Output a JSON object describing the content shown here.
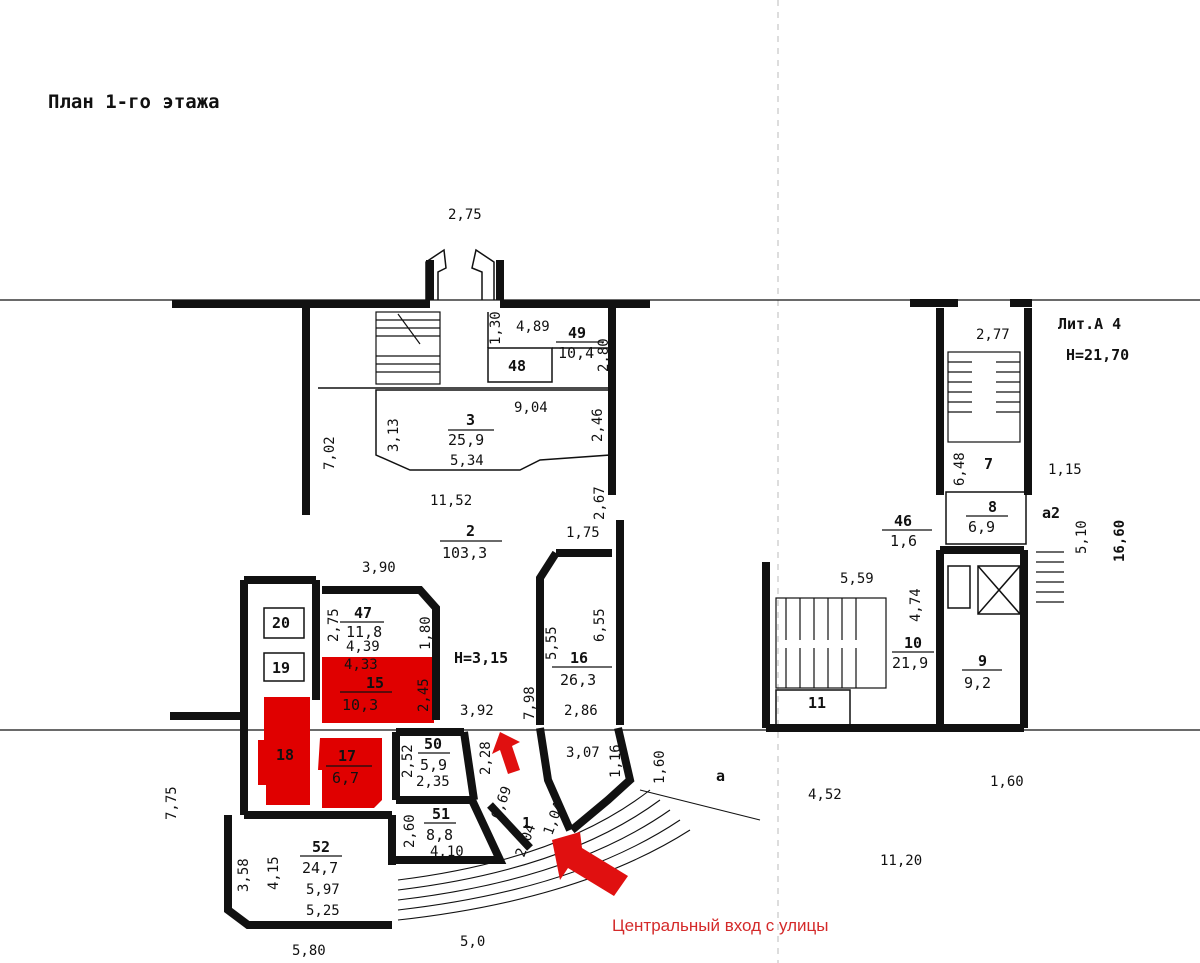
{
  "title": "План 1-го этажа",
  "info": {
    "lit": "Лит.А 4",
    "height": "Н=21,70",
    "inner_height": "Н=3,15"
  },
  "note": "Центральный вход с улицы",
  "colors": {
    "highlight": "#e00000",
    "arrow": "#e01010",
    "note": "#d42a2a"
  },
  "rooms": {
    "r1": {
      "num": "1",
      "area": ""
    },
    "r2": {
      "num": "2",
      "area": "103,3"
    },
    "r3": {
      "num": "3",
      "area": "25,9"
    },
    "r7": {
      "num": "7",
      "area": ""
    },
    "r8": {
      "num": "8",
      "area": "6,9"
    },
    "r9": {
      "num": "9",
      "area": "9,2"
    },
    "r10": {
      "num": "10",
      "area": "21,9"
    },
    "r11": {
      "num": "11",
      "area": ""
    },
    "r15": {
      "num": "15",
      "area": "10,3"
    },
    "r16": {
      "num": "16",
      "area": "26,3"
    },
    "r17": {
      "num": "17",
      "area": "6,7"
    },
    "r18": {
      "num": "18",
      "area": ""
    },
    "r19": {
      "num": "19",
      "area": ""
    },
    "r20": {
      "num": "20",
      "area": ""
    },
    "r46": {
      "num": "46",
      "area": "1,6"
    },
    "r47": {
      "num": "47",
      "area": "11,8"
    },
    "r48": {
      "num": "48",
      "area": ""
    },
    "r49": {
      "num": "49",
      "area": "10,4"
    },
    "r50": {
      "num": "50",
      "area": "5,9"
    },
    "r51": {
      "num": "51",
      "area": "8,8"
    },
    "r52": {
      "num": "52",
      "area": "24,7"
    },
    "a": {
      "num": "а",
      "area": ""
    },
    "a2": {
      "num": "а2",
      "area": ""
    }
  },
  "dims": {
    "d_2_75_top": "2,75",
    "d_1_30": "1,30",
    "d_4_89": "4,89",
    "d_2_80": "2,80",
    "d_9_04": "9,04",
    "d_3_13": "3,13",
    "d_2_46": "2,46",
    "d_5_34": "5,34",
    "d_7_02": "7,02",
    "d_11_52": "11,52",
    "d_2_67": "2,67",
    "d_1_75": "1,75",
    "d_3_90": "3,90",
    "d_2_75_r47": "2,75",
    "d_4_39": "4,39",
    "d_1_80": "1,80",
    "d_4_33": "4,33",
    "d_2_45": "2,45",
    "d_3_92": "3,92",
    "d_6_55": "6,55",
    "d_5_55": "5,55",
    "d_7_98": "7,98",
    "d_2_86": "2,86",
    "d_2_28": "2,28",
    "d_2_52": "2,52",
    "d_2_35": "2,35",
    "d_3_07": "3,07",
    "d_1_16": "1,16",
    "d_1_60_a": "1,60",
    "d_0_69": "0,69",
    "d_1_04": "1,04",
    "d_2_04": "2,04",
    "d_2_60": "2,60",
    "d_4_10": "4,10",
    "d_7_75": "7,75",
    "d_3_58": "3,58",
    "d_4_15": "4,15",
    "d_5_97": "5,97",
    "d_5_25": "5,25",
    "d_5_80": "5,80",
    "d_5_0": "5,0",
    "d_4_52": "4,52",
    "d_11_20": "11,20",
    "d_1_60_r": "1,60",
    "d_2_77": "2,77",
    "d_6_48": "6,48",
    "d_1_15": "1,15",
    "d_5_10": "5,10",
    "d_16_60": "16,60",
    "d_5_59": "5,59",
    "d_4_74": "4,74"
  }
}
